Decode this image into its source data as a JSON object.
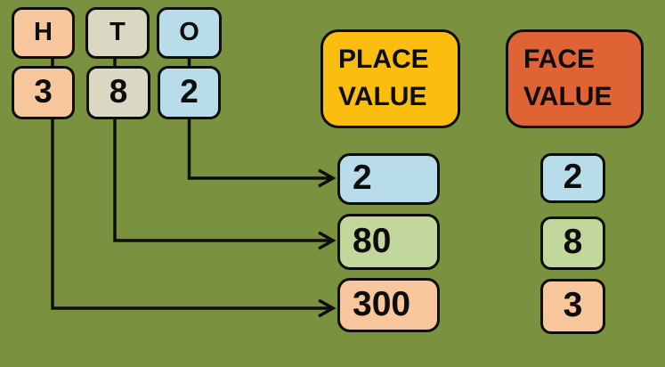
{
  "colors": {
    "background": "#7A923F",
    "outline": "#0D0D0D",
    "text": "#0D0D0D",
    "peach": "#F8C69C",
    "beige": "#DAD7C3",
    "blue": "#B8DCE9",
    "green": "#C3D69B",
    "gold": "#FBBE0F",
    "orange": "#E06336"
  },
  "digit_table": {
    "columns": [
      {
        "place": "hundreds",
        "letter": "H",
        "digit": "3"
      },
      {
        "place": "tens",
        "letter": "T",
        "digit": "8"
      },
      {
        "place": "ones",
        "letter": "O",
        "digit": "2"
      }
    ]
  },
  "place_value": {
    "header_line1": "PLACE",
    "header_line2": "VALUE",
    "items": [
      {
        "place": "ones",
        "value": "2"
      },
      {
        "place": "tens",
        "value": "80"
      },
      {
        "place": "hundreds",
        "value": "300"
      }
    ]
  },
  "face_value": {
    "header_line1": "FACE",
    "header_line2": "VALUE",
    "items": [
      {
        "place": "ones",
        "value": "2"
      },
      {
        "place": "tens",
        "value": "8"
      },
      {
        "place": "hundreds",
        "value": "3"
      }
    ]
  }
}
